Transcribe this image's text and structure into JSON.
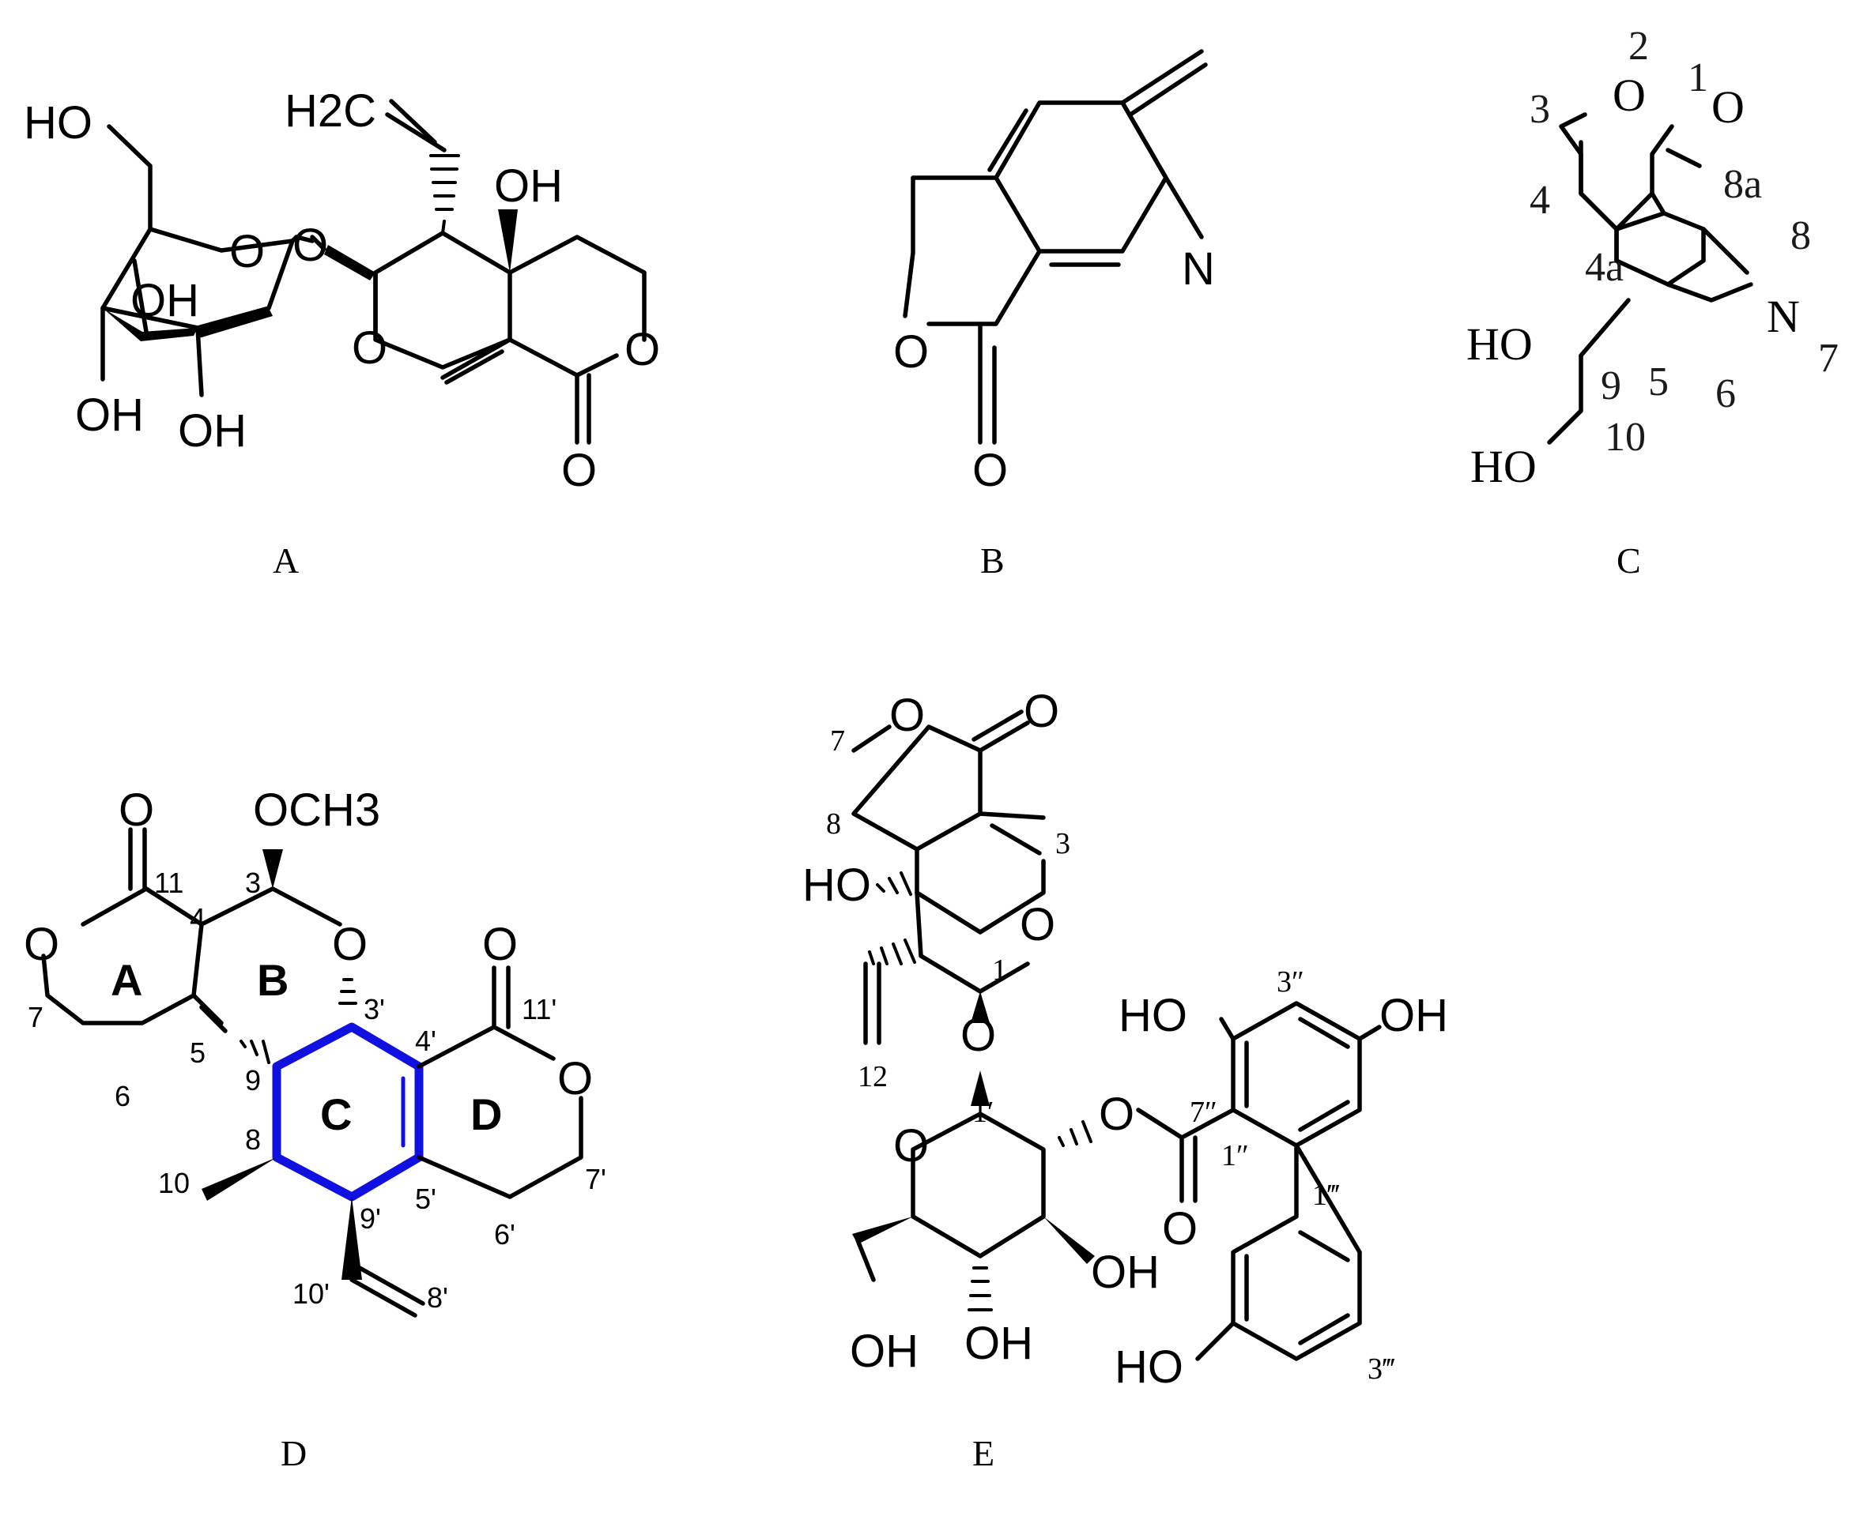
{
  "panels": [
    {
      "id": "A",
      "label": "A"
    },
    {
      "id": "B",
      "label": "B"
    },
    {
      "id": "C",
      "label": "C"
    },
    {
      "id": "D",
      "label": "D"
    },
    {
      "id": "E",
      "label": "E"
    }
  ],
  "structure_A": {
    "atoms": [
      "HO",
      "H2C",
      "OH",
      "O",
      "O",
      "OH",
      "O",
      "O",
      "OH",
      "OH",
      "O"
    ]
  },
  "structure_B": {
    "atoms": [
      "O",
      "O",
      "N"
    ]
  },
  "structure_C": {
    "atoms": [
      "O",
      "O",
      "N",
      "HO",
      "HO"
    ],
    "locants": [
      "2",
      "1",
      "3",
      "4",
      "8a",
      "8",
      "4a",
      "7",
      "9",
      "5",
      "6",
      "10"
    ]
  },
  "structure_D": {
    "atoms": [
      "O",
      "OCH3",
      "O",
      "O",
      "O",
      "O"
    ],
    "rings": [
      "A",
      "B",
      "C",
      "D"
    ],
    "locants": [
      "11",
      "3",
      "4",
      "7",
      "6",
      "5",
      "9",
      "3'",
      "4'",
      "11'",
      "8",
      "10",
      "9'",
      "5'",
      "6'",
      "7'",
      "10'",
      "8'"
    ],
    "highlight_color": "#1010e0"
  },
  "structure_E": {
    "atoms": [
      "O",
      "O",
      "HO",
      "O",
      "O",
      "O",
      "O",
      "HO",
      "OH",
      "O",
      "OH",
      "OH",
      "OH",
      "HO"
    ],
    "locants": [
      "7",
      "8",
      "3",
      "1",
      "12",
      "3″",
      "1′",
      "7″",
      "1″",
      "1‴",
      "3‴"
    ]
  }
}
